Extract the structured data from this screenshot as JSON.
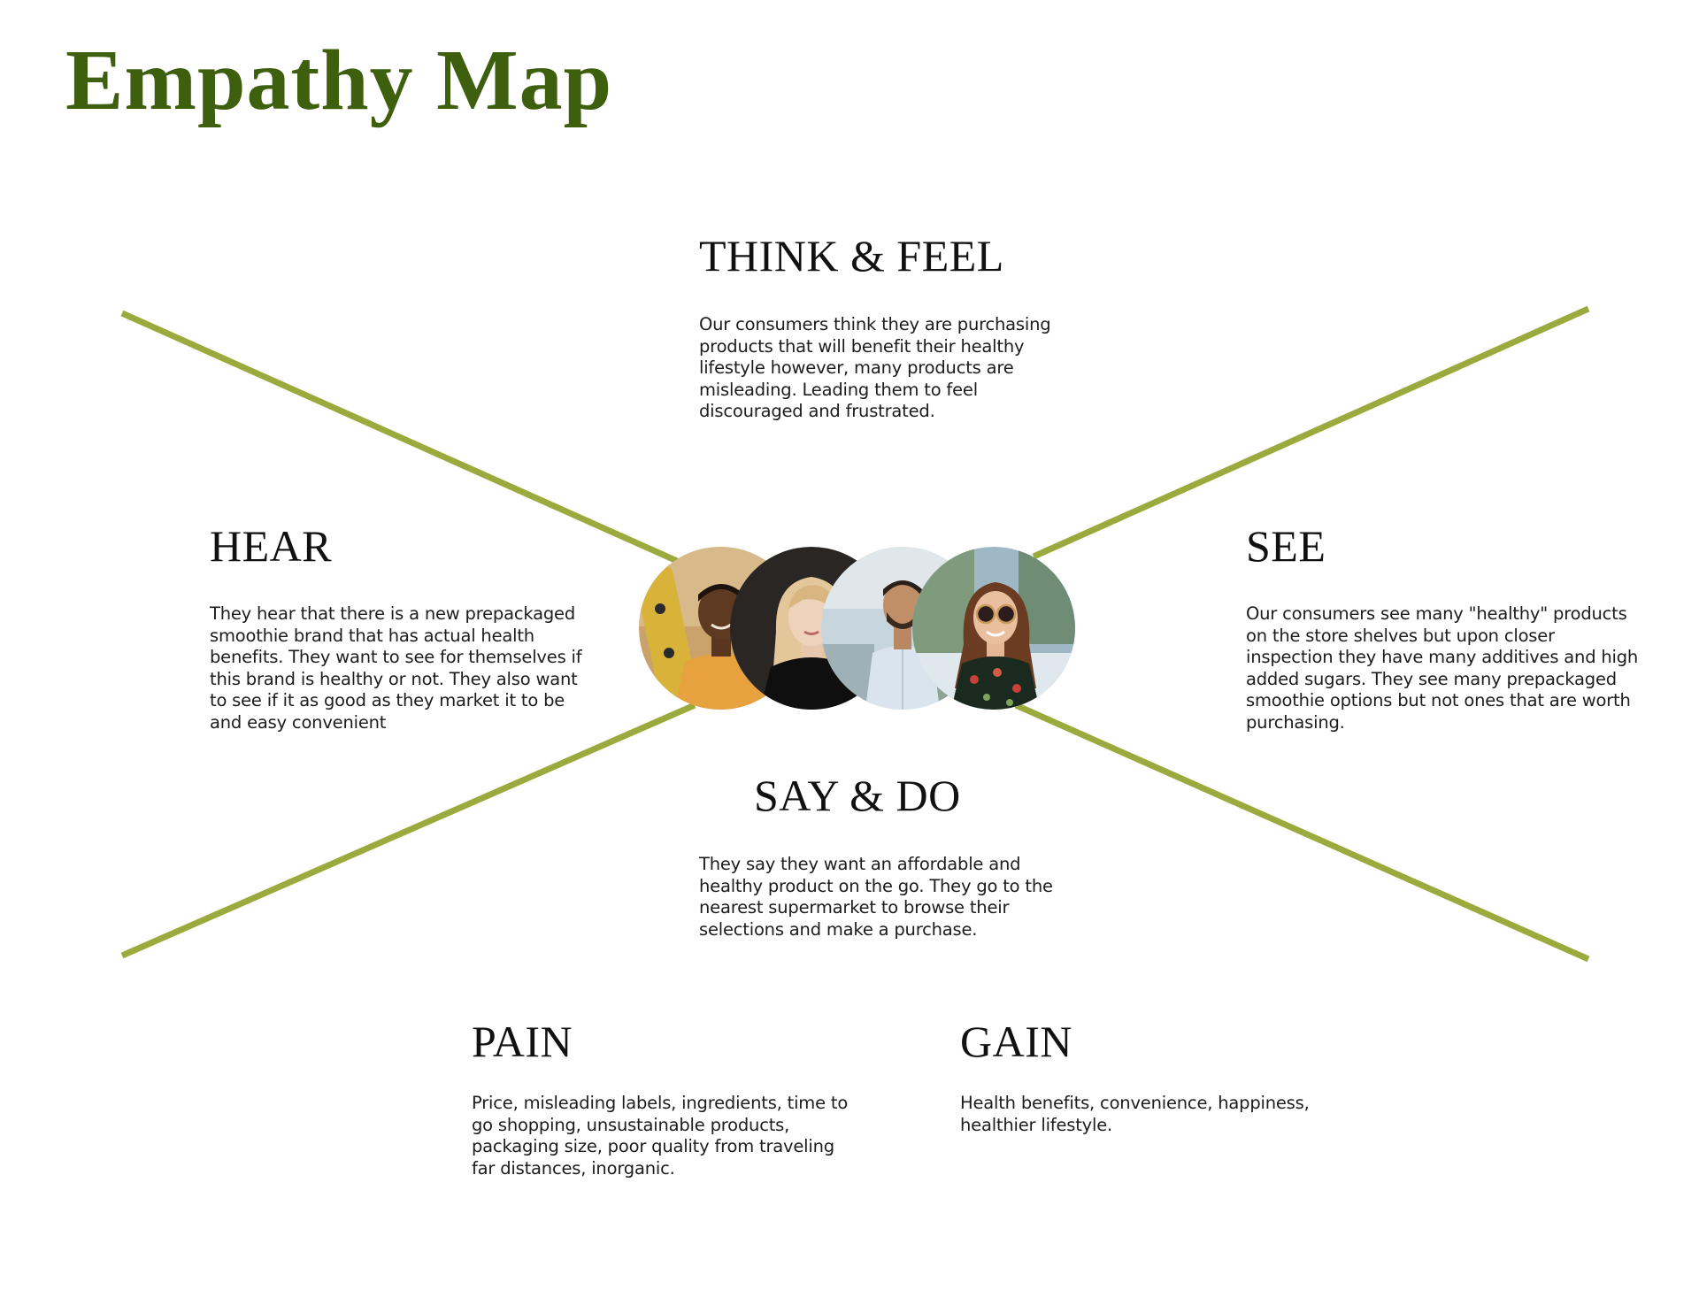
{
  "title": "Empathy Map",
  "colors": {
    "title": "#3d5f0e",
    "lines": "#9aaa3c",
    "text": "#1c1c1c"
  },
  "sections": {
    "think_feel": {
      "heading": "THINK & FEEL",
      "body": "Our consumers think they are purchasing products that will benefit their healthy lifestyle however, many products are misleading. Leading them to feel discouraged and frustrated."
    },
    "hear": {
      "heading": "HEAR",
      "body": "They hear that there is a new prepackaged smoothie brand that has actual health benefits. They want to see for themselves if this brand is healthy or not. They also want to see if it as good as they market it to be and easy convenient"
    },
    "see": {
      "heading": "SEE",
      "body": "Our consumers see many \"healthy\" products on the store shelves but upon closer inspection they have many additives and high added sugars. They see many prepackaged smoothie options but not ones that are worth purchasing."
    },
    "say_do": {
      "heading": "SAY & DO",
      "body": "They say they want an affordable and healthy product on the go. They go to the nearest supermarket to browse their selections and make a purchase."
    },
    "pain": {
      "heading": "PAIN",
      "body": "Price, misleading labels, ingredients, time to go shopping, unsustainable products, packaging size, poor quality from traveling far distances, inorganic."
    },
    "gain": {
      "heading": "GAIN",
      "body": "Health benefits, convenience, happiness, healthier lifestyle."
    }
  },
  "personas": [
    {
      "icon": "persona-photo-young-man-skateboard"
    },
    {
      "icon": "persona-photo-blonde-woman-black-top"
    },
    {
      "icon": "persona-photo-man-white-shirt"
    },
    {
      "icon": "persona-photo-woman-sunglasses-floral"
    }
  ]
}
